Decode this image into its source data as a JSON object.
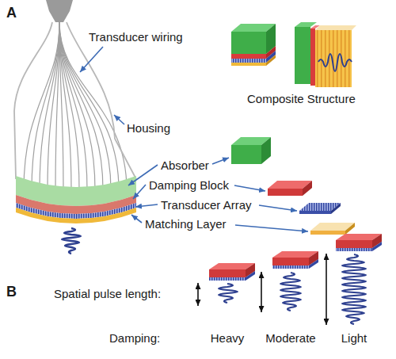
{
  "diagram": {
    "labels": [
      "A",
      "Transducer wiring",
      "Composite Structure",
      "Housing",
      "Absorber",
      "Damping Block",
      "Transducer Array",
      "Matching Layer",
      "B",
      "Spatial pulse length:",
      "Damping:",
      "Heavy",
      "Moderate",
      "Light"
    ]
  }
}
